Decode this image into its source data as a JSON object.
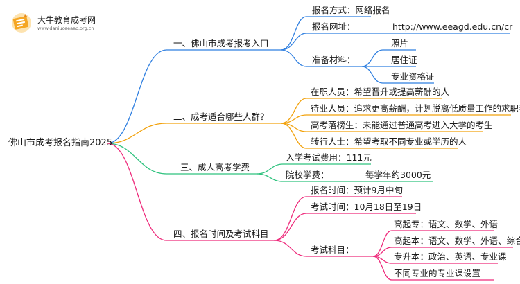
{
  "logo": {
    "title": "大牛教育成考网",
    "subtitle": "www.daniuceeaao.org.cn",
    "brand_color": "#f5a623"
  },
  "root": "佛山市成考报名指南2025",
  "sections": [
    {
      "label": "一、佛山市成考报考入口",
      "color": "#2f7fe0",
      "items": [
        "报名方式：网络报名",
        "报名网址：",
        "http://www.eeagd.edu.cn/cr",
        "准备材料：",
        "照片",
        "居住证",
        "专业资格证"
      ]
    },
    {
      "label": "二、成考适合哪些人群？",
      "color": "#f2a20c",
      "items": [
        "在职人员：希望晋升或提高薪酬的人",
        "待业人员：追求更高薪酬，计划脱离低质量工作的求职者",
        "高考落榜生：未能通过普通高考进入大学的考生",
        "转行人士：希望考取不同专业或学历的人"
      ]
    },
    {
      "label": "三、成人高考学费",
      "color": "#2ec27e",
      "items": [
        "入学考试费用：111元",
        "院校学费：",
        "每学年约3000元"
      ]
    },
    {
      "label": "四、报名时间及考试科目",
      "color": "#ee2a7b",
      "items": [
        "报名时间：预计9月中旬",
        "考试时间：10月18日至19日",
        "考试科目：",
        "高起专：语文、数学、外语",
        "高起本：语文、数学、外语、综合",
        "专升本：政治、英语、专业课",
        "不同专业的专业课设置"
      ]
    }
  ]
}
